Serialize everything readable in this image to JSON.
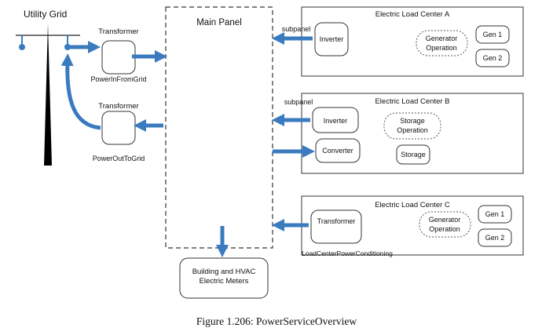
{
  "utility_grid": "Utility Grid",
  "main_panel": "Main Panel",
  "transformer_in": "Transformer",
  "transformer_in_caption": "PowerInFromGrid",
  "transformer_out": "Transformer",
  "transformer_out_caption": "PowerOutToGrid",
  "meters": [
    "Building and HVAC",
    "Electric Meters"
  ],
  "center_a": {
    "title": "Electric Load Center A",
    "subpanel": "subpanel",
    "inverter": "Inverter",
    "operation": [
      "Generator",
      "Operation"
    ],
    "gen1": "Gen 1",
    "gen2": "Gen 2"
  },
  "center_b": {
    "title": "Electric Load Center B",
    "subpanel": "subpanel",
    "inverter": "Inverter",
    "converter": "Converter",
    "operation": [
      "Storage",
      "Operation"
    ],
    "storage": "Storage"
  },
  "center_c": {
    "title": "Electric Load Center C",
    "transformer": "Transformer",
    "caption": "LoadCenterPowerConditioning",
    "operation": [
      "Generator",
      "Operation"
    ],
    "gen1": "Gen 1",
    "gen2": "Gen 2"
  },
  "figure_caption": "Figure 1.206:  PowerServiceOverview",
  "colors": {
    "arrow": "#3a7bbf",
    "pole": "#000000"
  }
}
